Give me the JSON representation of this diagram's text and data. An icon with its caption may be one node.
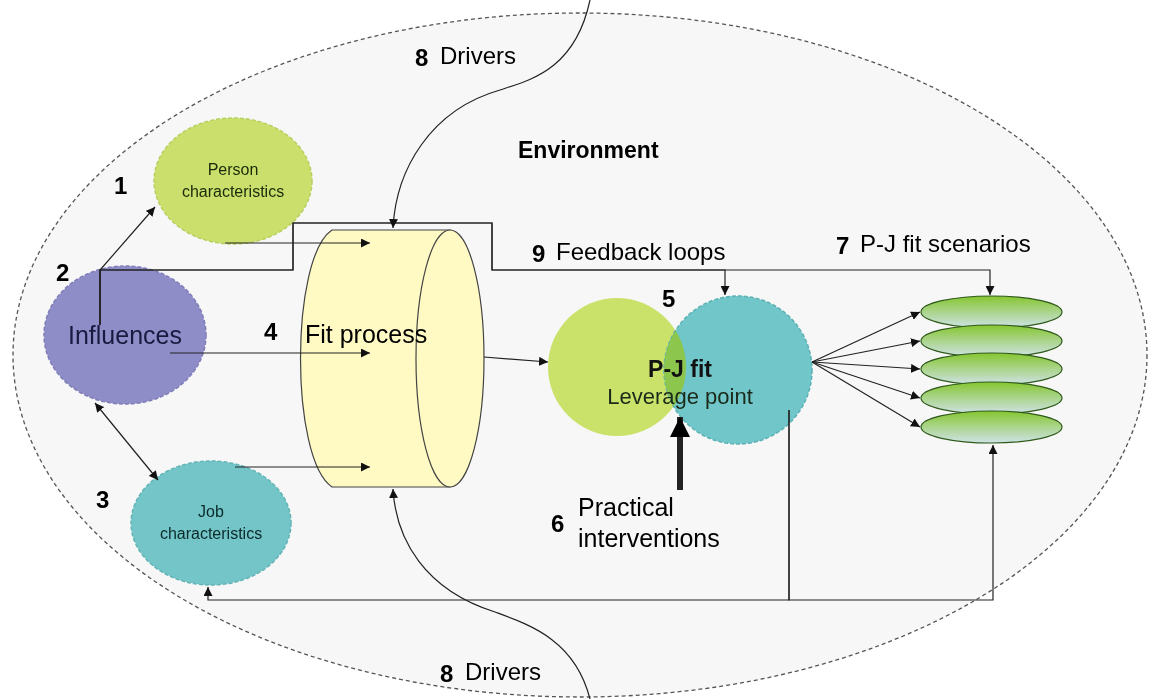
{
  "diagram": {
    "nodes": [
      {
        "text": [
          "Environment"
        ]
      },
      {
        "text": [
          "Person characteristics"
        ],
        "in": 0,
        "beside": [
          "1"
        ]
      },
      {
        "text": [
          "Influences"
        ],
        "in": 0,
        "beside": [
          "2"
        ]
      },
      {
        "text": [
          "Job characteristics"
        ],
        "in": 0,
        "beside": [
          "3"
        ]
      },
      {
        "text": [
          "Fit process"
        ],
        "in": 0,
        "beside": [
          "4"
        ]
      },
      {
        "text": [
          "P-J fit",
          "Leverage point"
        ],
        "in": 0,
        "beside": [
          "5"
        ]
      },
      {
        "text": [
          "Practical interventions"
        ],
        "in": 0,
        "beside": [
          "6"
        ]
      },
      {
        "text": [],
        "shape": "ellipse",
        "in": 0
      },
      {
        "text": [],
        "shape": "ellipse",
        "in": 0
      },
      {
        "text": [],
        "shape": "ellipse",
        "in": 0
      },
      {
        "text": [],
        "shape": "ellipse",
        "in": 0
      },
      {
        "text": [],
        "shape": "ellipse",
        "in": 0
      }
    ],
    "edges": [
      {
        "from": 2,
        "to": 1,
        "arrow": "to"
      },
      {
        "from": 2,
        "to": 5,
        "arrow": "to"
      },
      {
        "from": 2,
        "to": 7,
        "arrow": "to"
      },
      {
        "from": 2,
        "to": 3,
        "arrow": "both"
      },
      {
        "from": 1,
        "to": 4,
        "arrow": "to"
      },
      {
        "from": 2,
        "to": 4,
        "arrow": "to"
      },
      {
        "from": 3,
        "to": 4,
        "arrow": "to"
      },
      {
        "from": 4,
        "to": 5,
        "arrow": "to"
      },
      {
        "from": 5,
        "to": 7,
        "arrow": "to"
      },
      {
        "from": 5,
        "to": 8,
        "arrow": "to"
      },
      {
        "from": 5,
        "to": 9,
        "arrow": "to"
      },
      {
        "from": 5,
        "to": 10,
        "arrow": "to"
      },
      {
        "from": 5,
        "to": 11,
        "arrow": "to"
      },
      {
        "from": 6,
        "to": 5,
        "arrow": "to",
        "style": "thick"
      },
      {
        "from": 5,
        "to": 3,
        "arrow": "to"
      },
      {
        "from": 5,
        "to": 11,
        "arrow": "to"
      },
      {
        "from": null,
        "to": 4,
        "arrow": "to"
      },
      {
        "from": null,
        "to": 4,
        "arrow": "to"
      }
    ],
    "labels": [
      "8",
      "Drivers",
      "9",
      "Feedback loops",
      "7",
      "P-J fit scenarios",
      "8",
      "Drivers"
    ]
  }
}
